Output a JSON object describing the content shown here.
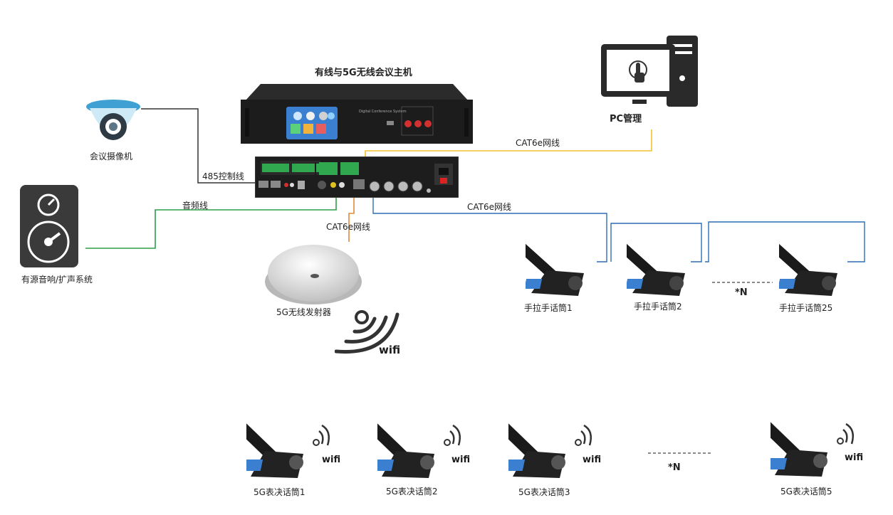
{
  "host_title": "有线与5G无线会议主机",
  "pc_label": "PC管理",
  "camera_label": "会议摄像机",
  "speaker_label": "有源音响/扩声系统",
  "transmitter_label": "5G无线发射器",
  "wire_labels": {
    "control": "485控制线",
    "audio": "音频线",
    "cat_pc": "CAT6e网线",
    "cat_mics": "CAT6e网线",
    "cat_wifi": "CAT6e网线"
  },
  "wifi_label": "wifi",
  "repeat_label": "*N",
  "wired_mics": [
    "手拉手话筒1",
    "手拉手话筒2",
    "手拉手话筒25"
  ],
  "wireless_mics": [
    "5G表决话筒1",
    "5G表决话筒2",
    "5G表决话筒3",
    "5G表决话筒5"
  ],
  "colors": {
    "control_wire": "#333333",
    "audio_wire": "#2e9e46",
    "cat_pc_wire": "#f2c230",
    "cat_mic_wire": "#2f6db3",
    "cat_wifi_wire": "#e08a3c",
    "device_dark": "#1e1e1e",
    "camera_blue": "#4aa8d8"
  }
}
